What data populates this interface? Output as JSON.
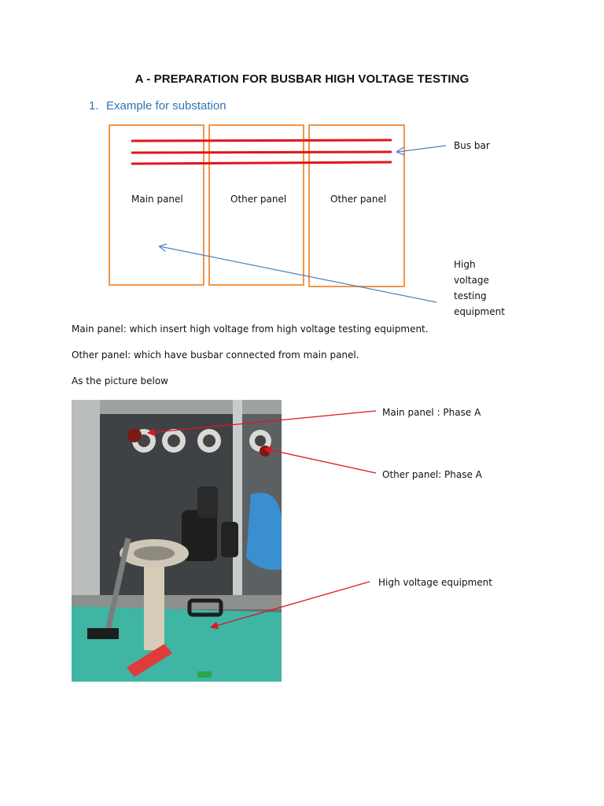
{
  "document": {
    "title": "A - PREPARATION FOR BUSBAR HIGH VOLTAGE TESTING",
    "section": {
      "number": "1.",
      "text": "Example for substation"
    }
  },
  "diagram": {
    "panels": [
      "Main panel",
      "Other panel",
      "Other panel"
    ],
    "busbar_label": "Bus bar",
    "hv_label_lines": [
      "High",
      "voltage",
      "testing",
      "equipment"
    ],
    "panel_border_color": "#f0964a",
    "busbar_color": "#e0161b",
    "arrow_color": "#4f7fbf"
  },
  "paragraphs": [
    "Main panel: which insert high voltage from high voltage testing equipment.",
    "Other panel: which have busbar connected from main panel.",
    "As the picture below"
  ],
  "photo_annotations": {
    "main_panel": "Main panel : Phase A",
    "other_panel": "Other panel: Phase A",
    "hv_equipment": "High voltage equipment",
    "arrow_color": "#e0161b"
  }
}
